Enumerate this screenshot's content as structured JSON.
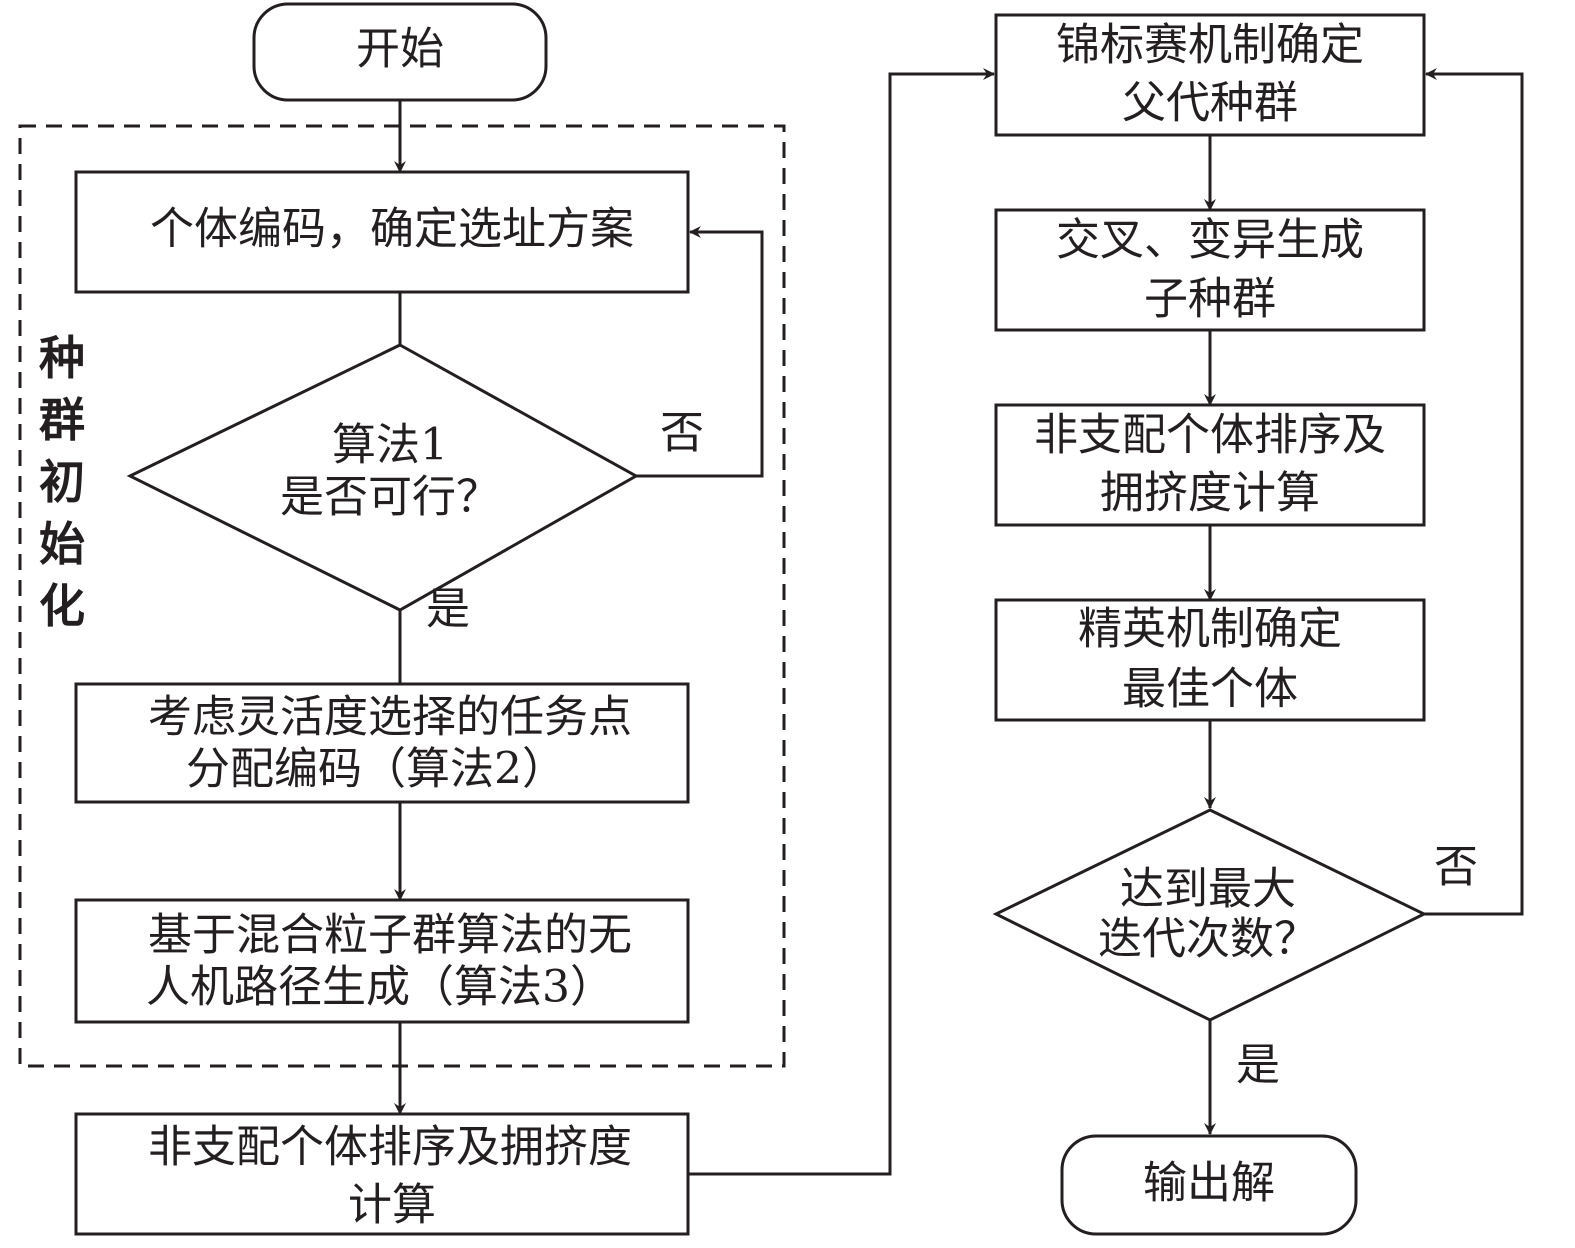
{
  "nodes": {
    "start": "开始",
    "encode": "个体编码，确定选址方案",
    "algo1": [
      "算法1",
      "是否可行？"
    ],
    "assign": [
      "考虑灵活度选择的任务点",
      "分配编码（算法2）"
    ],
    "path": [
      "基于混合粒子群算法的无",
      "人机路径生成（算法3）"
    ],
    "sort_left": [
      "非支配个体排序及拥挤度",
      "计算"
    ],
    "tournament": [
      "锦标赛机制确定",
      "父代种群"
    ],
    "crossover": [
      "交叉、变异生成",
      "子种群"
    ],
    "sort_right": [
      "非支配个体排序及",
      "拥挤度计算"
    ],
    "elite": [
      "精英机制确定",
      "最佳个体"
    ],
    "maxiter": [
      "达到最大",
      "迭代次数？"
    ],
    "output": "输出解"
  },
  "group_label": [
    "种",
    "群",
    "初",
    "始",
    "化"
  ],
  "edge_labels": {
    "algo1_no": "否",
    "algo1_yes": "是",
    "maxiter_no": "否",
    "maxiter_yes": "是"
  }
}
